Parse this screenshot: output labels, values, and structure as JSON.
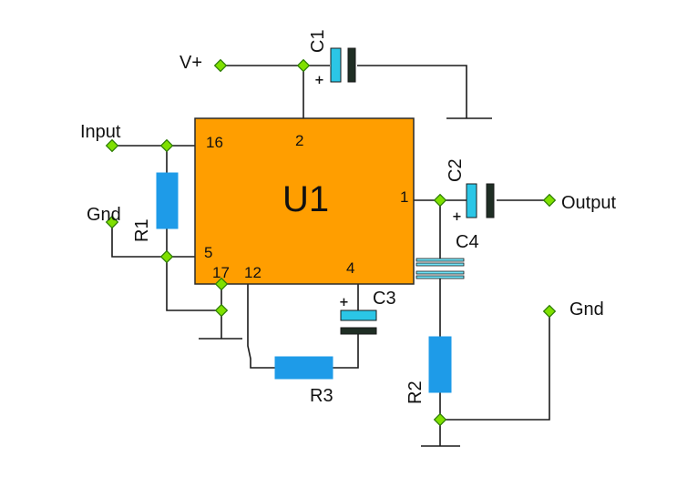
{
  "ic": {
    "name": "U1",
    "pins": {
      "p16": "16",
      "p2": "2",
      "p1": "1",
      "p5": "5",
      "p17": "17",
      "p12": "12",
      "p4": "4"
    }
  },
  "labels": {
    "vplus": "V+",
    "input": "Input",
    "gnd_left": "Gnd",
    "output": "Output",
    "gnd_right": "Gnd"
  },
  "components": {
    "c1": "C1",
    "c2": "C2",
    "c3": "C3",
    "c4": "C4",
    "r1": "R1",
    "r2": "R2",
    "r3": "R3"
  },
  "polarity": {
    "plus": "+"
  },
  "colors": {
    "chip": "#ff9e00",
    "resistor": "#1e9be8",
    "capacitor_plate": "#2bc6e6",
    "node": "#7fe000"
  }
}
